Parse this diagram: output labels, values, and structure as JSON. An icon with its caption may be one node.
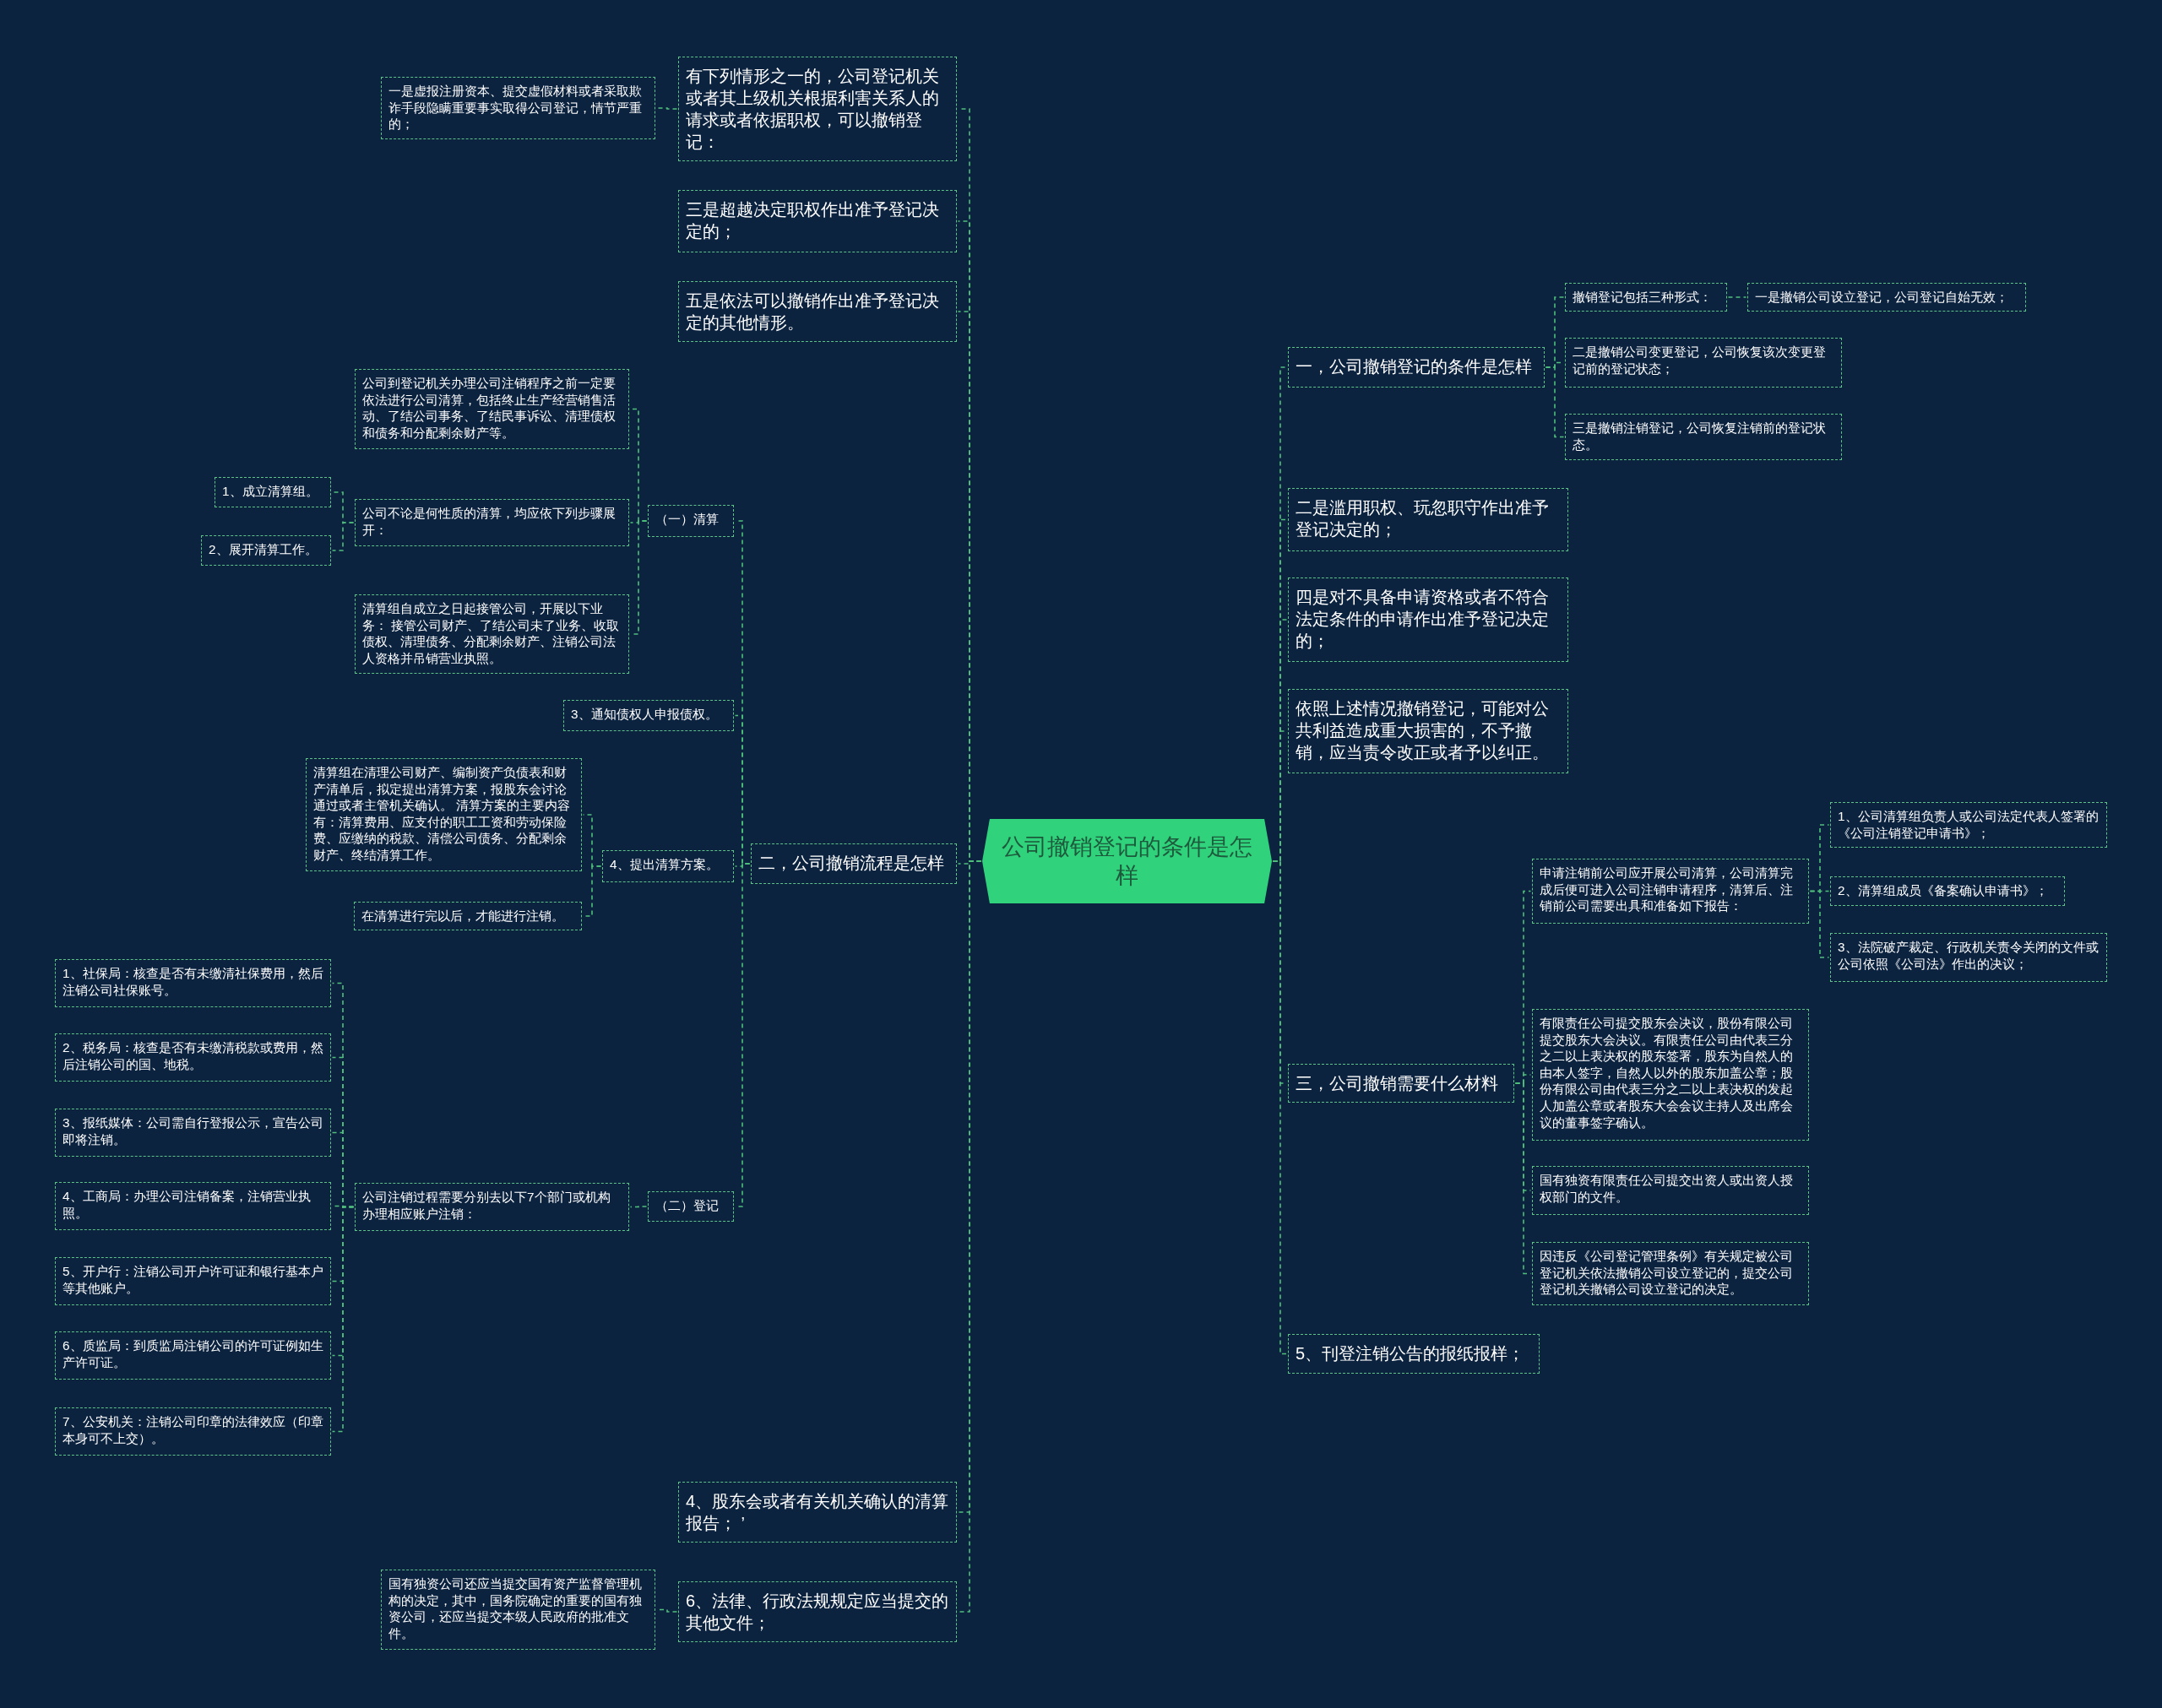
{
  "diagram": {
    "nodes": [
      {
        "text": [
          "公司撤销登记的条件是怎样"
        ]
      },
      {
        "text": [
          "有下列情形之一的，公司登记机关或者其上级机关根据利害关系人的请求或者依据职权，可以撤销登记："
        ]
      },
      {
        "text": [
          "一是虚报注册资本、提交虚假材料或者采取欺诈手段隐瞒重要事实取得公司登记，情节严重的；"
        ]
      },
      {
        "text": [
          "三是超越决定职权作出准予登记决定的；"
        ]
      },
      {
        "text": [
          "五是依法可以撤销作出准予登记决定的其他情形。"
        ]
      },
      {
        "text": [
          "二，公司撤销流程是怎样"
        ]
      },
      {
        "text": [
          "（一）清算"
        ]
      },
      {
        "text": [
          "公司到登记机关办理公司注销程序之前一定要依法进行公司清算，包括终止生产经营销售活动、了结公司事务、了结民事诉讼、清理债权和债务和分配剩余财产等。"
        ]
      },
      {
        "text": [
          "公司不论是何性质的清算，均应依下列步骤展开："
        ]
      },
      {
        "text": [
          "1、成立清算组。"
        ]
      },
      {
        "text": [
          "2、展开清算工作。"
        ]
      },
      {
        "text": [
          "清算组自成立之日起接管公司，开展以下业务： 接管公司财产、了结公司未了业务、收取债权、清理债务、分配剩余财产、注销公司法人资格并吊销营业执照。"
        ]
      },
      {
        "text": [
          "3、通知债权人申报债权。"
        ]
      },
      {
        "text": [
          "4、提出清算方案。"
        ]
      },
      {
        "text": [
          "清算组在清理公司财产、编制资产负债表和财产清单后，拟定提出清算方案，报股东会讨论通过或者主管机关确认。 清算方案的主要内容有：清算费用、应支付的职工工资和劳动保险费、应缴纳的税款、清偿公司债务、分配剩余财产、终结清算工作。"
        ]
      },
      {
        "text": [
          "在清算进行完以后，才能进行注销。"
        ]
      },
      {
        "text": [
          "（二）登记"
        ]
      },
      {
        "text": [
          "公司注销过程需要分别去以下7个部门或机构办理相应账户注销："
        ]
      },
      {
        "text": [
          "1、社保局：核查是否有未缴清社保费用，然后注销公司社保账号。"
        ]
      },
      {
        "text": [
          "2、税务局：核查是否有未缴清税款或费用，然后注销公司的国、地税。"
        ]
      },
      {
        "text": [
          "3、报纸媒体：公司需自行登报公示，宣告公司即将注销。"
        ]
      },
      {
        "text": [
          "4、工商局：办理公司注销备案，注销营业执照。"
        ]
      },
      {
        "text": [
          "5、开户行：注销公司开户许可证和银行基本户等其他账户。"
        ]
      },
      {
        "text": [
          "6、质监局：到质监局注销公司的许可证例如生产许可证。"
        ]
      },
      {
        "text": [
          "7、公安机关：注销公司印章的法律效应（印章本身可不上交）。"
        ]
      },
      {
        "text": [
          "4、股东会或者有关机关确认的清算报告； ’"
        ]
      },
      {
        "text": [
          "6、法律、行政法规规定应当提交的其他文件；"
        ]
      },
      {
        "text": [
          "国有独资公司还应当提交国有资产监督管理机构的决定，其中，国务院确定的重要的国有独资公司，还应当提交本级人民政府的批准文件。"
        ]
      },
      {
        "text": [
          "一，公司撤销登记的条件是怎样"
        ]
      },
      {
        "text": [
          "撤销登记包括三种形式："
        ]
      },
      {
        "text": [
          "一是撤销公司设立登记，公司登记自始无效；"
        ]
      },
      {
        "text": [
          "二是撤销公司变更登记，公司恢复该次变更登记前的登记状态；"
        ]
      },
      {
        "text": [
          "三是撤销注销登记，公司恢复注销前的登记状态。"
        ]
      },
      {
        "text": [
          "二是滥用职权、玩忽职守作出准予登记决定的；"
        ]
      },
      {
        "text": [
          "四是对不具备申请资格或者不符合法定条件的申请作出准予登记决定的；"
        ]
      },
      {
        "text": [
          "依照上述情况撤销登记，可能对公共利益造成重大损害的，不予撤销，应当责令改正或者予以纠正。"
        ]
      },
      {
        "text": [
          "三，公司撤销需要什么材料"
        ]
      },
      {
        "text": [
          "申请注销前公司应开展公司清算，公司清算完成后便可进入公司注销申请程序，清算后、注销前公司需要出具和准备如下报告："
        ]
      },
      {
        "text": [
          "1、公司清算组负责人或公司法定代表人签署的《公司注销登记申请书》；"
        ]
      },
      {
        "text": [
          "2、清算组成员《备案确认申请书》；"
        ]
      },
      {
        "text": [
          "3、法院破产裁定、行政机关责令关闭的文件或公司依照《公司法》作出的决议；"
        ]
      },
      {
        "text": [
          "有限责任公司提交股东会决议，股份有限公司提交股东大会决议。有限责任公司由代表三分之二以上表决权的股东签署，股东为自然人的由本人签字，自然人以外的股东加盖公章；股份有限公司由代表三分之二以上表决权的发起人加盖公章或者股东大会会议主持人及出席会议的董事签字确认。"
        ]
      },
      {
        "text": [
          "国有独资有限责任公司提交出资人或出资人授权部门的文件。"
        ]
      },
      {
        "text": [
          "因违反《公司登记管理条例》有关规定被公司登记机关依法撤销公司设立登记的，提交公司登记机关撤销公司设立登记的决定。"
        ]
      },
      {
        "text": [
          "5、刊登注销公告的报纸报样；"
        ]
      }
    ],
    "edges": [
      {
        "from": 0,
        "to": 1,
        "arrow": "none"
      },
      {
        "from": 1,
        "to": 2,
        "arrow": "none"
      },
      {
        "from": 0,
        "to": 3,
        "arrow": "none"
      },
      {
        "from": 0,
        "to": 4,
        "arrow": "none"
      },
      {
        "from": 0,
        "to": 5,
        "arrow": "none"
      },
      {
        "from": 5,
        "to": 6,
        "arrow": "none"
      },
      {
        "from": 6,
        "to": 7,
        "arrow": "none"
      },
      {
        "from": 6,
        "to": 8,
        "arrow": "none"
      },
      {
        "from": 8,
        "to": 9,
        "arrow": "none"
      },
      {
        "from": 8,
        "to": 10,
        "arrow": "none"
      },
      {
        "from": 6,
        "to": 11,
        "arrow": "none"
      },
      {
        "from": 5,
        "to": 12,
        "arrow": "none"
      },
      {
        "from": 5,
        "to": 13,
        "arrow": "none"
      },
      {
        "from": 13,
        "to": 14,
        "arrow": "none"
      },
      {
        "from": 13,
        "to": 15,
        "arrow": "none"
      },
      {
        "from": 5,
        "to": 16,
        "arrow": "none"
      },
      {
        "from": 16,
        "to": 17,
        "arrow": "none"
      },
      {
        "from": 17,
        "to": 18,
        "arrow": "none"
      },
      {
        "from": 17,
        "to": 19,
        "arrow": "none"
      },
      {
        "from": 17,
        "to": 20,
        "arrow": "none"
      },
      {
        "from": 17,
        "to": 21,
        "arrow": "none"
      },
      {
        "from": 17,
        "to": 22,
        "arrow": "none"
      },
      {
        "from": 17,
        "to": 23,
        "arrow": "none"
      },
      {
        "from": 17,
        "to": 24,
        "arrow": "none"
      },
      {
        "from": 0,
        "to": 25,
        "arrow": "none"
      },
      {
        "from": 0,
        "to": 26,
        "arrow": "none"
      },
      {
        "from": 26,
        "to": 27,
        "arrow": "none"
      },
      {
        "from": 0,
        "to": 28,
        "arrow": "none"
      },
      {
        "from": 28,
        "to": 29,
        "arrow": "none"
      },
      {
        "from": 29,
        "to": 30,
        "arrow": "none"
      },
      {
        "from": 28,
        "to": 31,
        "arrow": "none"
      },
      {
        "from": 28,
        "to": 32,
        "arrow": "none"
      },
      {
        "from": 0,
        "to": 33,
        "arrow": "none"
      },
      {
        "from": 0,
        "to": 34,
        "arrow": "none"
      },
      {
        "from": 0,
        "to": 35,
        "arrow": "none"
      },
      {
        "from": 0,
        "to": 36,
        "arrow": "none"
      },
      {
        "from": 36,
        "to": 37,
        "arrow": "none"
      },
      {
        "from": 37,
        "to": 38,
        "arrow": "none"
      },
      {
        "from": 37,
        "to": 39,
        "arrow": "none"
      },
      {
        "from": 37,
        "to": 40,
        "arrow": "none"
      },
      {
        "from": 36,
        "to": 41,
        "arrow": "none"
      },
      {
        "from": 36,
        "to": 42,
        "arrow": "none"
      },
      {
        "from": 36,
        "to": 43,
        "arrow": "none"
      },
      {
        "from": 0,
        "to": 44,
        "arrow": "none"
      }
    ]
  }
}
